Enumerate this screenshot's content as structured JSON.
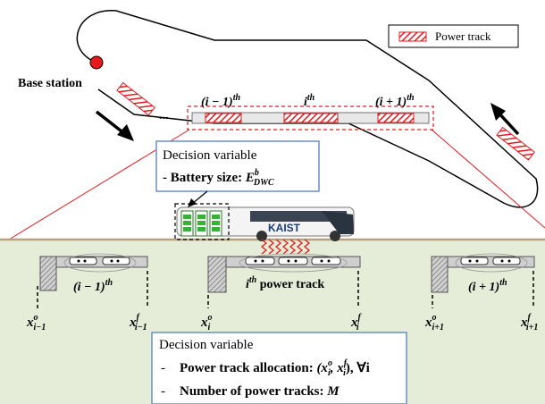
{
  "legend": {
    "label": "Power track",
    "hatch_color": "#e31a1c"
  },
  "route": {
    "base_station_label": "Base station",
    "ellipsis": "...",
    "track_labels": [
      "(i − 1)",
      "i",
      "(i + 1)"
    ],
    "track_superscript": "th"
  },
  "decision_top": {
    "title": "Decision variable",
    "line_prefix": "- Battery size: ",
    "line_symbol": "E",
    "line_sup": "b",
    "line_sub": "DWC"
  },
  "bus": {
    "brand_text": "KAIST"
  },
  "detail": {
    "labels": {
      "prev_track": "(i − 1)",
      "current_track_sym": "i",
      "current_track_suffix": " power track",
      "next_track": "(i + 1)",
      "th": "th"
    },
    "positions": [
      {
        "sym": "x",
        "sup": "f",
        "sub": "i−1",
        "kind": "end"
      },
      {
        "sym": "x",
        "sup": "o",
        "sub": "i−1",
        "kind": "start"
      },
      {
        "sym": "x",
        "sup": "o",
        "sub": "i",
        "kind": "start"
      },
      {
        "sym": "x",
        "sup": "f",
        "sub": "i",
        "kind": "end"
      },
      {
        "sym": "x",
        "sup": "o",
        "sub": "i+1",
        "kind": "start"
      },
      {
        "sym": "x",
        "sup": "f",
        "sub": "i+1",
        "kind": "end"
      }
    ]
  },
  "decision_bottom": {
    "title": "Decision variable",
    "item1_prefix": "Power track allocation: ",
    "item1_formula": "(x",
    "item1_tail": ", ∀i",
    "item2": "Number of power tracks: ",
    "item2_symbol": "M"
  },
  "colors": {
    "track_red": "#e31a1c",
    "ground": "#e5edd9",
    "ground_line": "#b9a37f",
    "box_border": "#6a8fc4",
    "marker_red": "#e41a1c"
  }
}
